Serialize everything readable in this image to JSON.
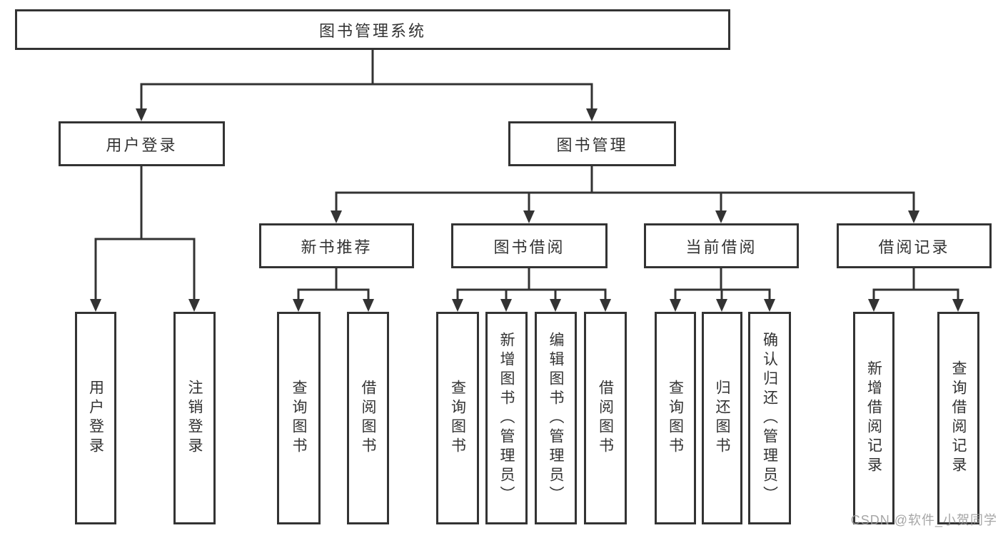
{
  "colors": {
    "background": "#ffffff",
    "line": "#333333",
    "text": "#333333",
    "watermark": "#9a9a9a"
  },
  "diagram": {
    "title_node": "图书管理系统",
    "root": {
      "label": "图书管理系统"
    },
    "branches": [
      {
        "label": "用户登录",
        "children": [
          {
            "label": "用户登录"
          },
          {
            "label": "注销登录"
          }
        ]
      },
      {
        "label": "图书管理",
        "children": [
          {
            "label": "新书推荐",
            "children": [
              {
                "label": "查询图书"
              },
              {
                "label": "借阅图书"
              }
            ]
          },
          {
            "label": "图书借阅",
            "children": [
              {
                "label": "查询图书"
              },
              {
                "label": "新增图书（管理员）"
              },
              {
                "label": "编辑图书（管理员）"
              },
              {
                "label": "借阅图书"
              }
            ]
          },
          {
            "label": "当前借阅",
            "children": [
              {
                "label": "查询图书"
              },
              {
                "label": "归还图书"
              },
              {
                "label": "确认归还（管理员）"
              }
            ]
          },
          {
            "label": "借阅记录",
            "children": [
              {
                "label": "新增借阅记录"
              },
              {
                "label": "查询借阅记录"
              }
            ]
          }
        ]
      }
    ]
  },
  "watermark": {
    "text": "CSDN @软件_小贺同学"
  }
}
